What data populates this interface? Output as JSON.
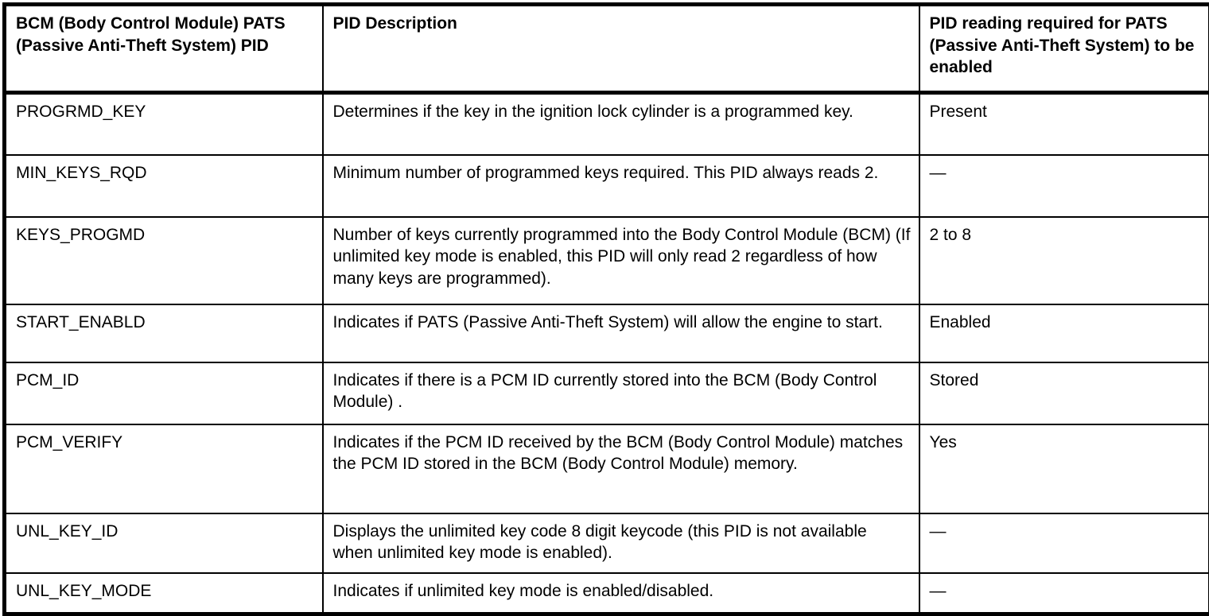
{
  "table": {
    "headers": {
      "pid": "BCM (Body Control Module) PATS (Passive Anti-Theft System) PID",
      "description": "PID Description",
      "reading": "PID reading required for PATS (Passive Anti-Theft System) to be enabled"
    },
    "rows": [
      {
        "pid": "PROGRMD_KEY",
        "description": "Determines if the key in the ignition lock cylinder is a programmed key.",
        "reading": "Present"
      },
      {
        "pid": "MIN_KEYS_RQD",
        "description": "Minimum number of programmed keys required. This PID always reads 2.",
        "reading": "—"
      },
      {
        "pid": "KEYS_PROGMD",
        "description": "Number of keys currently programmed into the Body Control Module (BCM) (If unlimited key mode is enabled, this PID will only read 2 regardless of how many keys are programmed).",
        "reading": "2 to 8"
      },
      {
        "pid": "START_ENABLD",
        "description": "Indicates if PATS (Passive Anti-Theft System) will allow the engine to start.",
        "reading": "Enabled"
      },
      {
        "pid": "PCM_ID",
        "description": "Indicates if there is a PCM ID currently stored into the BCM (Body Control Module) .",
        "reading": "Stored"
      },
      {
        "pid": "PCM_VERIFY",
        "description": "Indicates if the PCM ID received by the BCM (Body Control Module) matches the PCM ID stored in the BCM (Body Control Module) memory.",
        "reading": "Yes"
      },
      {
        "pid": "UNL_KEY_ID",
        "description": "Displays the unlimited key code 8 digit keycode (this PID is not available when unlimited key mode is enabled).",
        "reading": "—"
      },
      {
        "pid": "UNL_KEY_MODE",
        "description": "Indicates if unlimited key mode is enabled/disabled.",
        "reading": "—"
      }
    ]
  }
}
